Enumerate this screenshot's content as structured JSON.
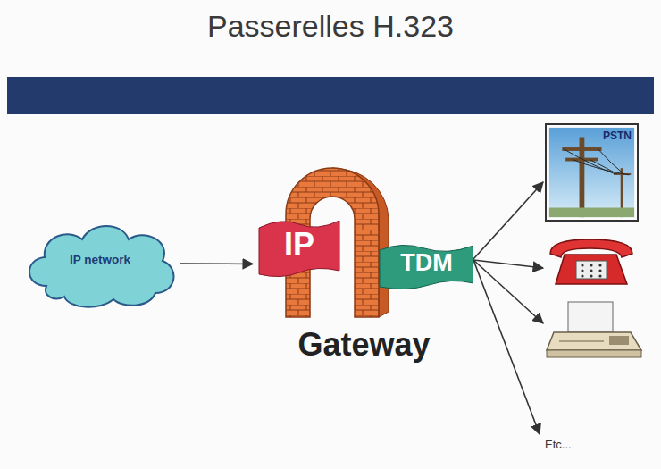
{
  "diagram": {
    "title": "Passerelles H.323",
    "nodes": [
      {
        "text": [
          "IP network"
        ]
      },
      {
        "text": [
          "IP",
          "TDM",
          "Gateway"
        ]
      },
      {
        "text": [
          "PSTN"
        ]
      }
    ],
    "edges": [
      {
        "from": 0,
        "to": 1,
        "arrow": "to"
      },
      {
        "from": 1,
        "to": 2,
        "arrow": "to"
      }
    ],
    "labels": [
      "Etc..."
    ]
  }
}
